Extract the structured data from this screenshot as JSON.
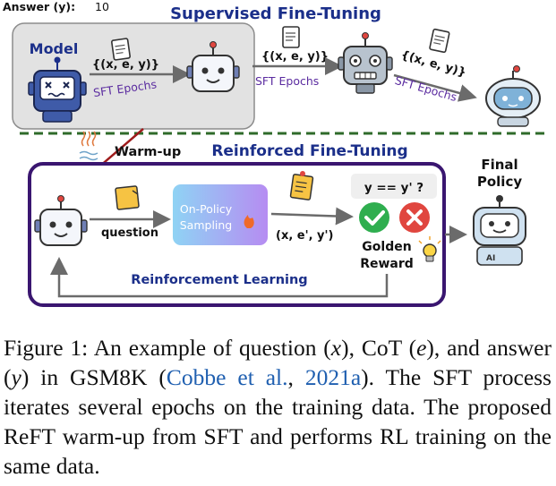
{
  "diagram": {
    "answer_label": "Answer (y):",
    "answer_value": "10",
    "sft_title": "Supervised Fine-Tuning",
    "model_label": "Model",
    "data_tuple": "{(x, e, y)}",
    "sft_epochs": "SFT Epochs",
    "warmup_label": "Warm-up",
    "reft_title": "Reinforced Fine-Tuning",
    "question_label": "question",
    "on_policy_line1": "On-Policy",
    "on_policy_line2": "Sampling",
    "rollout_tuple": "(x, e', y')",
    "compare_label": "y == y' ?",
    "golden_line1": "Golden",
    "golden_line2": "Reward",
    "rl_label": "Reinforcement Learning",
    "final_line1": "Final",
    "final_line2": "Policy",
    "ai_badge": "AI",
    "colors": {
      "title_blue": "#1b2f8a",
      "frame_purple": "#3a1670",
      "epoch_purple": "#5b2ca0",
      "warmup_red": "#9e1b1b",
      "dash_green": "#2f6b2a",
      "check_green": "#2fae4f",
      "cross_red": "#e0463f",
      "link_blue": "#1f5fb0"
    }
  },
  "caption": {
    "p1": "Figure 1:  An example of question (",
    "x": "x",
    "p2": "), CoT (",
    "e": "e",
    "p3": "), and answer (",
    "y": "y",
    "p4": ") in GSM8K (",
    "cite_name": "Cobbe et al.",
    "cite_sep": ", ",
    "cite_year": "2021a",
    "p5": "). The SFT process iterates several epochs on the training data. The proposed ReFT warm-up from SFT and performs RL training on the same data."
  }
}
